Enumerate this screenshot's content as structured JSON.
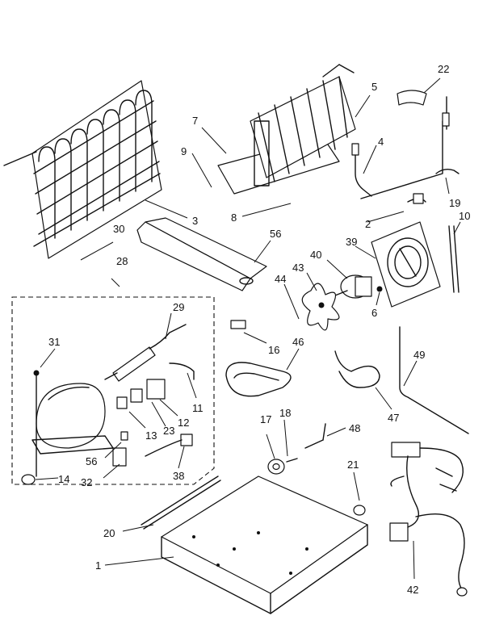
{
  "callouts": [
    {
      "id": "c1",
      "label": "1"
    },
    {
      "id": "c2",
      "label": "2"
    },
    {
      "id": "c3",
      "label": "3"
    },
    {
      "id": "c4",
      "label": "4"
    },
    {
      "id": "c5",
      "label": "5"
    },
    {
      "id": "c6",
      "label": "6"
    },
    {
      "id": "c7",
      "label": "7"
    },
    {
      "id": "c8",
      "label": "8"
    },
    {
      "id": "c9",
      "label": "9"
    },
    {
      "id": "c10",
      "label": "10"
    },
    {
      "id": "c11",
      "label": "11"
    },
    {
      "id": "c12",
      "label": "12"
    },
    {
      "id": "c13",
      "label": "13"
    },
    {
      "id": "c14",
      "label": "14"
    },
    {
      "id": "c16",
      "label": "16"
    },
    {
      "id": "c17",
      "label": "17"
    },
    {
      "id": "c18",
      "label": "18"
    },
    {
      "id": "c19",
      "label": "19"
    },
    {
      "id": "c20",
      "label": "20"
    },
    {
      "id": "c21",
      "label": "21"
    },
    {
      "id": "c22",
      "label": "22"
    },
    {
      "id": "c23",
      "label": "23"
    },
    {
      "id": "c28",
      "label": "28"
    },
    {
      "id": "c29",
      "label": "29"
    },
    {
      "id": "c30",
      "label": "30"
    },
    {
      "id": "c31",
      "label": "31"
    },
    {
      "id": "c32",
      "label": "32"
    },
    {
      "id": "c38",
      "label": "38"
    },
    {
      "id": "c39",
      "label": "39"
    },
    {
      "id": "c40",
      "label": "40"
    },
    {
      "id": "c42",
      "label": "42"
    },
    {
      "id": "c43",
      "label": "43"
    },
    {
      "id": "c44",
      "label": "44"
    },
    {
      "id": "c46",
      "label": "46"
    },
    {
      "id": "c47",
      "label": "47"
    },
    {
      "id": "c48",
      "label": "48"
    },
    {
      "id": "c49",
      "label": "49"
    },
    {
      "id": "c56a",
      "label": "56"
    },
    {
      "id": "c56b",
      "label": "56"
    }
  ]
}
